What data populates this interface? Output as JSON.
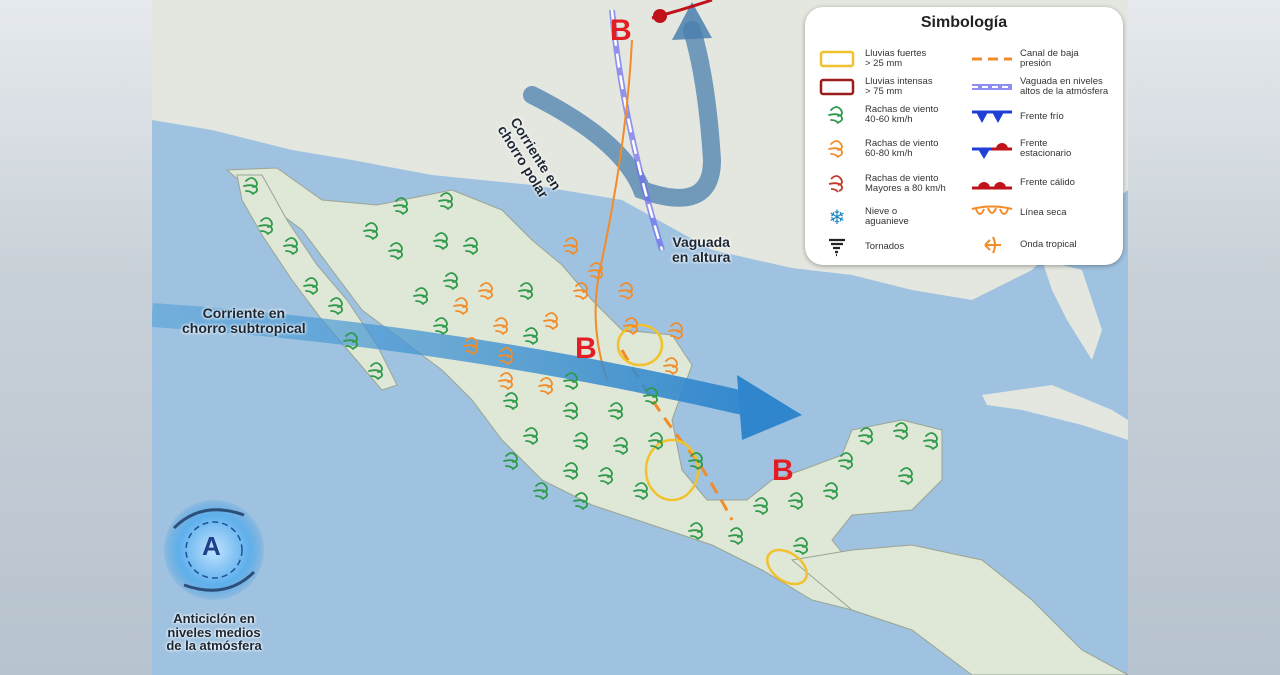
{
  "legend": {
    "title": "Simbología",
    "items": [
      {
        "id": "lluvias-fuertes",
        "label": "Lluvias fuertes\n> 25 mm",
        "icon": "yellow-box-icon",
        "color": "#f2c12e"
      },
      {
        "id": "lluvias-intensas",
        "label": "Lluvias intensas\n> 75 mm",
        "icon": "red-box-icon",
        "color": "#9b1c1c"
      },
      {
        "id": "rachas-40-60",
        "label": "Rachas de viento\n40-60 km/h",
        "icon": "wind-green-icon",
        "color": "#2e9a4a"
      },
      {
        "id": "rachas-60-80",
        "label": "Rachas de viento\n60-80 km/h",
        "icon": "wind-orange-icon",
        "color": "#f28c28"
      },
      {
        "id": "rachas-80",
        "label": "Rachas de viento\nMayores a 80 km/h",
        "icon": "wind-red-icon",
        "color": "#c0392b"
      },
      {
        "id": "nieve",
        "label": "Nieve o\naguanieve",
        "icon": "snowflake-icon",
        "color": "#1e88c8"
      },
      {
        "id": "tornados",
        "label": "Tornados",
        "icon": "tornado-icon",
        "color": "#222222"
      },
      {
        "id": "canal",
        "label": "Canal de baja\npresión",
        "icon": "dashed-orange-line-icon",
        "color": "#f28c28"
      },
      {
        "id": "vaguada",
        "label": "Vaguada en niveles\naltos de la atmósfera",
        "icon": "dashed-blue-line-icon",
        "color": "#6e6ef0"
      },
      {
        "id": "frente-frio",
        "label": "Frente frío",
        "icon": "cold-front-icon",
        "color": "#1f3fd6"
      },
      {
        "id": "frente-estacionario",
        "label": "Frente\nestacionario",
        "icon": "stationary-front-icon",
        "color": "#c0121b"
      },
      {
        "id": "frente-calido",
        "label": "Frente cálido",
        "icon": "warm-front-icon",
        "color": "#c0121b"
      },
      {
        "id": "linea-seca",
        "label": "Línea seca",
        "icon": "dry-line-icon",
        "color": "#f28c28"
      },
      {
        "id": "onda-tropical",
        "label": "Onda tropical",
        "icon": "tropical-wave-icon",
        "color": "#f28c28"
      }
    ]
  },
  "labels": {
    "chorro_polar": "Corriente en\nchorro polar",
    "vaguada": "Vaguada\nen altura",
    "chorro_subtropical": "Corriente en\nchorro subtropical",
    "anticiclon": "Anticiclón en\nniveles medios\nde la atmósfera",
    "low_symbol": "B",
    "high_symbol": "A"
  },
  "colors": {
    "ocean": "#9fc2e0",
    "land": "#dfe7d6",
    "us_land": "#e4e7df",
    "jet": "#3b8fd0",
    "wind_green": "#2e9a4a",
    "wind_orange": "#f28c28",
    "low": "#e31d24"
  }
}
